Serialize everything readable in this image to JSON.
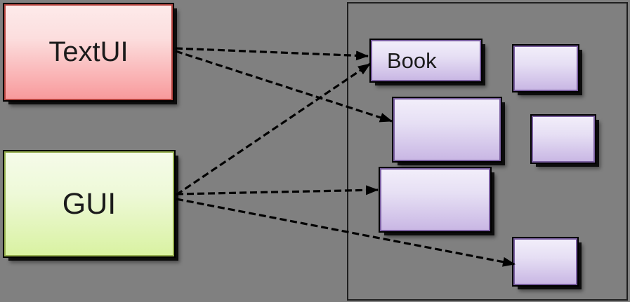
{
  "background_color": "#808080",
  "diagram": {
    "nodes": {
      "textui": {
        "label": "TextUI",
        "border_color": "#b5443f",
        "fill_top": "#fdeaea",
        "fill_bottom": "#f89a9c"
      },
      "gui": {
        "label": "GUI",
        "border_color": "#95ae4e",
        "fill_top": "#f5fbe9",
        "fill_bottom": "#d9f2a2"
      },
      "book": {
        "label": "Book",
        "border_color": "#7a5fa0",
        "fill_top": "#f2eefa",
        "fill_bottom": "#c9b7e4"
      },
      "unlabeled_purple_boxes": 5
    },
    "container": {
      "border_color": "#1f1f1f"
    },
    "edges": [
      {
        "from": "TextUI",
        "to": "Book"
      },
      {
        "from": "TextUI",
        "to": "unlabeled-box-row2-left"
      },
      {
        "from": "GUI",
        "to": "Book"
      },
      {
        "from": "GUI",
        "to": "unlabeled-box-row3-left"
      },
      {
        "from": "GUI",
        "to": "unlabeled-box-bottom-right"
      }
    ],
    "edge_style": {
      "color": "#000000",
      "style": "dashed",
      "arrowhead": "filled-triangle"
    }
  }
}
